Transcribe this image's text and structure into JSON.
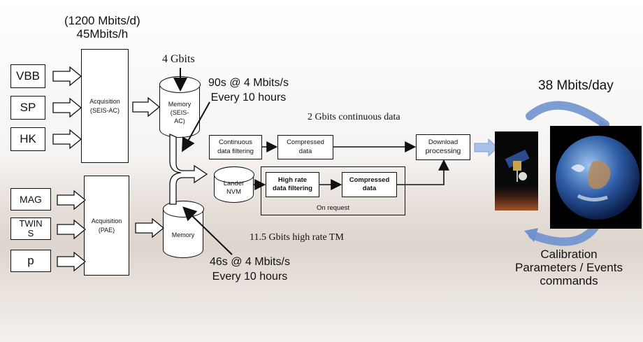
{
  "rate_top": {
    "line1": "(1200 Mbits/d)",
    "line2": "45Mbits/h"
  },
  "mem_size": "4 Gbits",
  "dump1": {
    "line1": "90s @ 4 Mbits/s",
    "line2": "Every 10 hours"
  },
  "dump2": {
    "line1": "46s @ 4 Mbits/s",
    "line2": "Every 10 hours"
  },
  "sensors_seis": [
    "VBB",
    "SP",
    "HK"
  ],
  "sensors_pae": [
    "MAG",
    "TWIN\nS",
    "p"
  ],
  "acq_seis": "Acquisition\n(SEIS-AC)",
  "acq_pae": "Acquisition\n(PAE)",
  "memory_seis": "Memory\n(SEIS-\nAC)",
  "memory_pae": "Memory",
  "lander_nvm": "Lander\nNVM",
  "continuous_filter": "Continuous\ndata filtering",
  "compressed1": "Compressed\ndata",
  "download": {
    "line1": "Download",
    "line2": "processing"
  },
  "high_rate_filter": "High rate\ndata filtering",
  "compressed2": "Compressed\ndata",
  "on_request": "On request",
  "continuous_label": "2 Gbits continuous data",
  "high_rate_label": "11.5 Gbits high rate TM",
  "downlink_rate": "38 Mbits/day",
  "uplink_label": "Calibration\nParameters / Events\ncommands",
  "colors": {
    "cycle_arrow": "#6f92cf",
    "page_bg": "#ffffff",
    "ground": "#ddd5cd"
  }
}
